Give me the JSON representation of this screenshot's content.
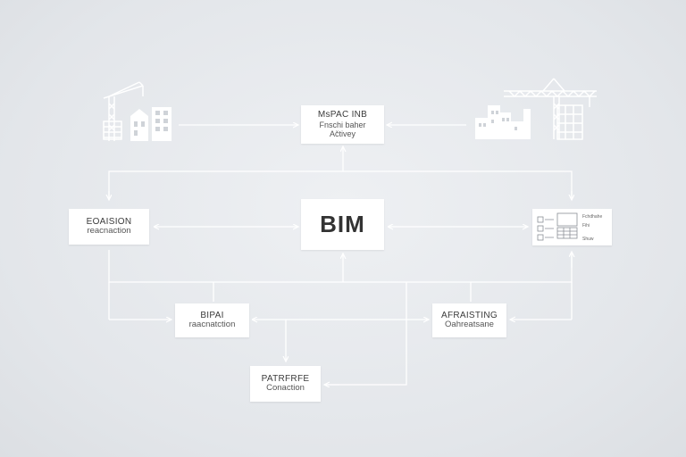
{
  "diagram": {
    "top_box": {
      "line1": "MsPAC INB",
      "line2": "Fnschi baher",
      "line3": "Ačtivey"
    },
    "center_box": {
      "label": "BIM"
    },
    "left_box": {
      "line1": "EOAISION",
      "line2": "reacnaction"
    },
    "right_box": {
      "caption1": "Fchdhahe",
      "caption2": "Fihi",
      "caption3": "Shuw"
    },
    "mid_left_box": {
      "line1": "BIPAI",
      "line2": "raacnatction"
    },
    "mid_right_box": {
      "line1": "AFRAISTING",
      "line2": "Oahreatsane"
    },
    "bottom_box": {
      "line1": "PATRFRFE",
      "line2": "Conaction"
    },
    "icons": [
      "tower-crane-left-icon",
      "tower-crane-right-icon",
      "spreadsheet-document-icon"
    ],
    "colors": {
      "background": "#e3e6ea",
      "box": "#ffffff",
      "line": "#ffffff",
      "text": "#3a3a3a"
    }
  }
}
